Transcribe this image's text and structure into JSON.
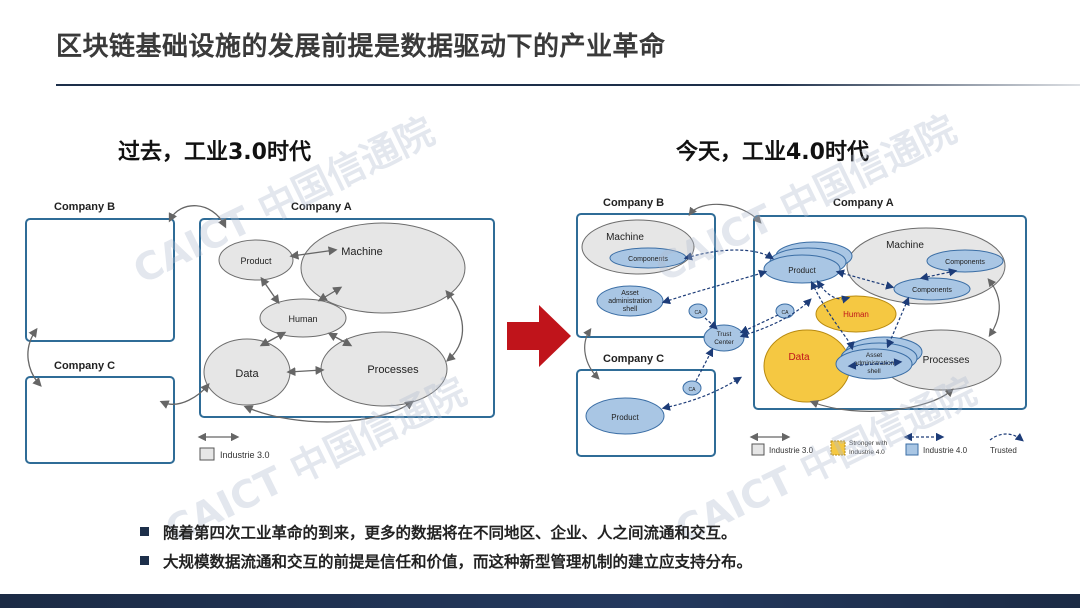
{
  "title": "区块链基础设施的发展前提是数据驱动下的产业革命",
  "left_heading": "过去，工业3.0时代",
  "right_heading": "今天，工业4.0时代",
  "watermark": "CAICT 中国信通院",
  "left_diagram": {
    "company_a": "Company A",
    "company_b": "Company B",
    "company_c": "Company C",
    "nodes": [
      "Product",
      "Machine",
      "Human",
      "Data",
      "Processes"
    ],
    "legend": "Industrie 3.0"
  },
  "right_diagram": {
    "company_a": "Company A",
    "company_b": "Company B",
    "company_c": "Company C",
    "nodes": {
      "machine_b": "Machine",
      "components_b": "Components",
      "asset_shell_b": [
        "Asset",
        "administration",
        "shell"
      ],
      "ca": "CA",
      "trust_center": [
        "Trust",
        "Center"
      ],
      "product_c": "Product",
      "product_a": "Product",
      "machine_a": "Machine",
      "components_a1": "Components",
      "components_a2": "Components",
      "human": "Human",
      "data": "Data",
      "asset_shell_a": [
        "Asset",
        "administration",
        "shell"
      ],
      "processes": "Processes"
    },
    "legend": {
      "industrie3": "Industrie 3.0",
      "stronger": [
        "Stronger with",
        "Industrie 4.0"
      ],
      "industrie4": "Industrie 4.0",
      "trusted": "Trusted"
    }
  },
  "bullets": [
    "随着第四次工业革命的到来，更多的数据将在不同地区、企业、人之间流通和交互。",
    "大规模数据流通和交互的前提是信任和价值，而这种新型管理机制的建立应支持分布。"
  ],
  "colors": {
    "box_border": "#2f6c97",
    "node_fill": "#e6e6e6",
    "node_stroke": "#6d6d6d",
    "blue_node": "#a9c6e4",
    "yellow_node": "#f5c842",
    "arrow_red": "#c0141b",
    "navy": "#1d2f4a"
  }
}
